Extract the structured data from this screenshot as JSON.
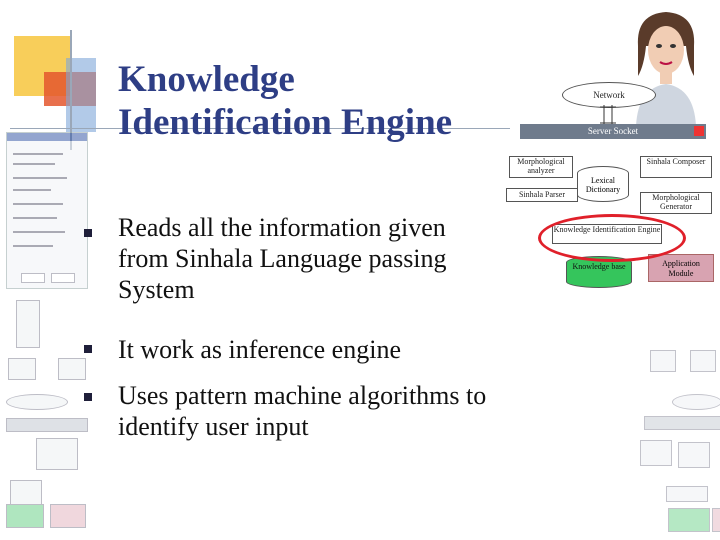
{
  "title_lines": [
    "Knowledge",
    "Identification Engine"
  ],
  "bullets": [
    [
      "Reads all the information given",
      "from Sinhala Language passing",
      "System"
    ],
    [
      "It work as inference engine"
    ],
    [
      "Uses pattern machine algorithms to",
      "identify user input"
    ]
  ],
  "diagram": {
    "network": "Network",
    "server_socket": "Server Socket",
    "morphological_analyzer": "Morphological analyzer",
    "sinhala_composer": "Sinhala Composer",
    "lexical_dictionary": "Lexical Dictionary",
    "sinhala_parser": "Sinhala Parser",
    "morphological_generator": "Morphological Generator",
    "knowledge_identification_engine": "Knowledge Identification Engine",
    "knowledge_base": "Knowledge base",
    "application_module": "Application Module"
  },
  "colors": {
    "title": "#2e3e85",
    "highlight": "#e0202a",
    "knowledge_base": "#35c55c",
    "application_module": "#d8a3b1"
  }
}
